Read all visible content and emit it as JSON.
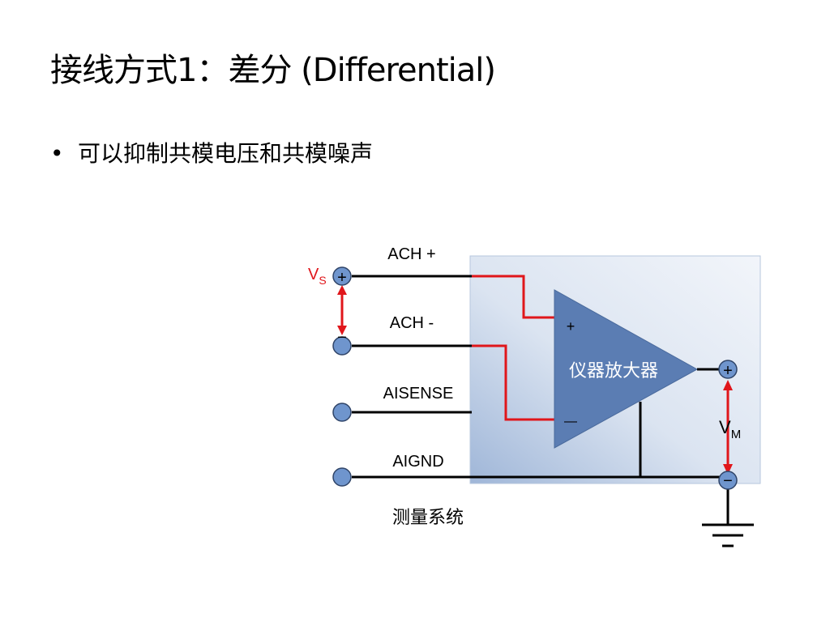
{
  "slide": {
    "title": "接线方式1：差分 (Differential)",
    "bullet": "可以抑制共模电压和共模噪声"
  },
  "diagram": {
    "terminals": {
      "ach_plus": "ACH +",
      "ach_minus": "ACH -",
      "aisense": "AISENSE",
      "aignd": "AIGND"
    },
    "vs": {
      "main": "V",
      "sub": "S"
    },
    "vm": {
      "main": "V",
      "sub": "M"
    },
    "amp": {
      "label": "仪器放大器",
      "plus": "+",
      "minus": "—"
    },
    "box_label": "测量系统",
    "out_plus": "+",
    "out_minus": "−",
    "src_plus": "+",
    "src_minus": "−",
    "colors": {
      "box_fill_light": "#dde6f2",
      "box_fill_dark": "#a9bedb",
      "amp_fill": "#5b7db3",
      "wire": "#000000",
      "signal": "#e0161b",
      "terminal": "#6f95cd"
    }
  }
}
